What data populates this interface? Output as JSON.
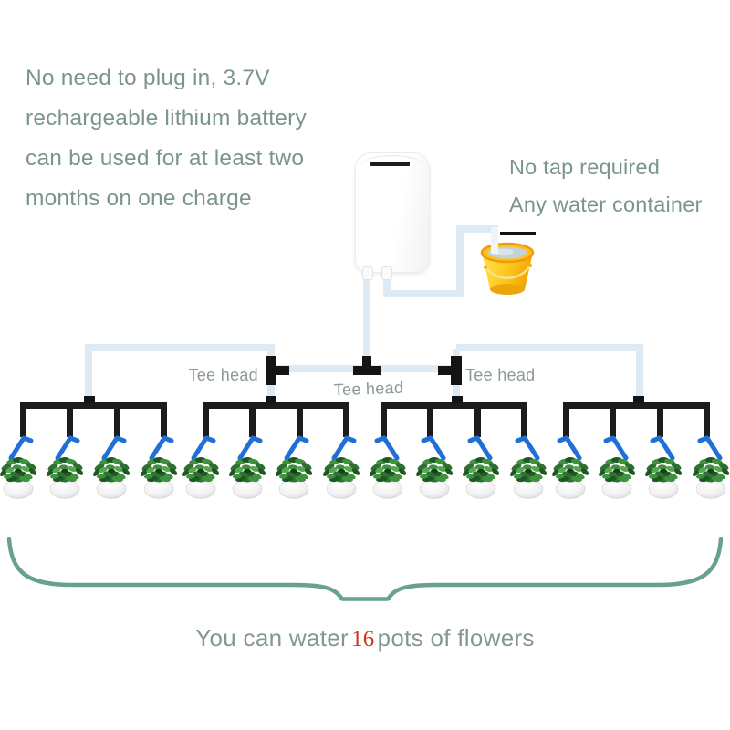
{
  "notes": {
    "battery": {
      "line1": "No need to plug in, 3.7V",
      "line2": "rechargeable lithium battery",
      "line3": "can be used for at least two",
      "line4": "months on one charge"
    },
    "container": {
      "line1": "No tap required",
      "line2": "Any water container"
    }
  },
  "labels": {
    "tee_left": "Tee head",
    "tee_center": "Tee head",
    "tee_right": "Tee head"
  },
  "caption": {
    "prefix": "You can water",
    "count": "16",
    "suffix": "pots of flowers"
  },
  "diagram": {
    "group_count": 4,
    "pots_per_group": 4,
    "total_pots": 16
  },
  "colors": {
    "note_text": "#7b958d",
    "tee_label": "#8b9a96",
    "caption_text": "#85988f",
    "count_red": "#c43a28",
    "brace_green": "#67a289",
    "tube_pale": "#deeaf3",
    "tube_black": "#1b1b1b",
    "dripper_blue": "#1f6fd6"
  }
}
